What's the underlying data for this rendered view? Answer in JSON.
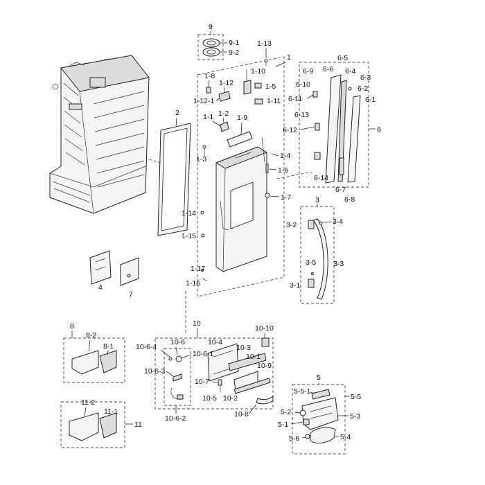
{
  "labels": {
    "l_1": "1",
    "l_1_1": "1-1",
    "l_1_2": "1-2",
    "l_1_3": "1-3",
    "l_1_4": "1-4",
    "l_1_5": "1-5",
    "l_1_6": "1-6",
    "l_1_7": "1-7",
    "l_1_8": "1-8",
    "l_1_9": "1-9",
    "l_1_10": "1-10",
    "l_1_11": "1-11",
    "l_1_12": "1-12",
    "l_1_12_1": "1-12-1",
    "l_1_13": "1-13",
    "l_1_14": "1-14",
    "l_1_15": "1-15",
    "l_1_16": "1-16",
    "l_1_17": "1-17",
    "l_2": "2",
    "l_3": "3",
    "l_3_1": "3-1",
    "l_3_2": "3-2",
    "l_3_3": "3-3",
    "l_3_4": "3-4",
    "l_3_5": "3-5",
    "l_4": "4",
    "l_5": "5",
    "l_5_1": "5-1",
    "l_5_2": "5-2",
    "l_5_3": "5-3",
    "l_5_4": "5-4",
    "l_5_5": "5-5",
    "l_5_5_1": "5-5-1",
    "l_5_6": "5-6",
    "l_6": "6",
    "l_6_1": "6-1",
    "l_6_2": "6-2",
    "l_6_3": "6-3",
    "l_6_4": "6-4",
    "l_6_5": "6-5",
    "l_6_6": "6-6",
    "l_6_7": "6-7",
    "l_6_8": "6-8",
    "l_6_9": "6-9",
    "l_6_10": "6-10",
    "l_6_11": "6-11",
    "l_6_12": "6-12",
    "l_6_13": "6-13",
    "l_6_14": "6-14",
    "l_7": "7",
    "l_8": "8",
    "l_8_1": "8-1",
    "l_8_2": "8-2",
    "l_9": "9",
    "l_9_1": "9-1",
    "l_9_2": "9-2",
    "l_10": "10",
    "l_10_1": "10-1",
    "l_10_2": "10-2",
    "l_10_3": "10-3",
    "l_10_4": "10-4",
    "l_10_5": "10-5",
    "l_10_6": "10-6",
    "l_10_6_1": "10-6-1",
    "l_10_6_2": "10-6-2",
    "l_10_6_3": "10-6-3",
    "l_10_6_4": "10-6-4",
    "l_10_7": "10-7",
    "l_10_8": "10-8",
    "l_10_9": "10-9",
    "l_10_10": "10-10",
    "l_11": "11",
    "l_11_1": "11-1",
    "l_11_2": "11-2"
  }
}
